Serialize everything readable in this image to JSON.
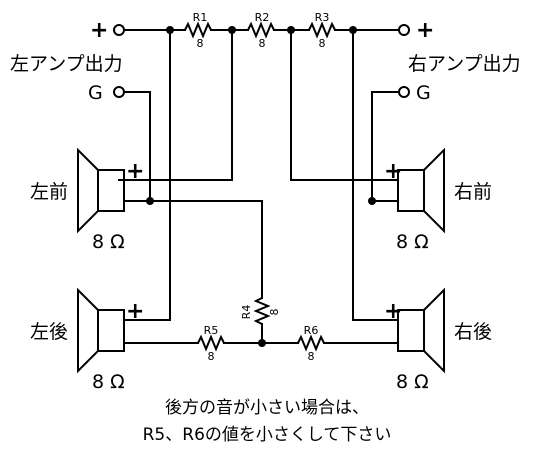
{
  "amp": {
    "left_label": "左アンプ出力",
    "right_label": "右アンプ出力",
    "plus": "+",
    "ground": "G"
  },
  "resistors": {
    "r1": {
      "name": "R1",
      "value": "8"
    },
    "r2": {
      "name": "R2",
      "value": "8"
    },
    "r3": {
      "name": "R3",
      "value": "8"
    },
    "r4": {
      "name": "R4",
      "value": "8"
    },
    "r5": {
      "name": "R5",
      "value": "8"
    },
    "r6": {
      "name": "R6",
      "value": "8"
    }
  },
  "speakers": {
    "front_left": {
      "label": "左前",
      "impedance": "8 Ω"
    },
    "front_right": {
      "label": "右前",
      "impedance": "8 Ω"
    },
    "rear_left": {
      "label": "左後",
      "impedance": "8 Ω"
    },
    "rear_right": {
      "label": "右後",
      "impedance": "8 Ω"
    },
    "polarity": "+"
  },
  "note": {
    "line1": "後方の音が小さい場合は、",
    "line2": "R5、R6の値を小さくして下さい"
  }
}
